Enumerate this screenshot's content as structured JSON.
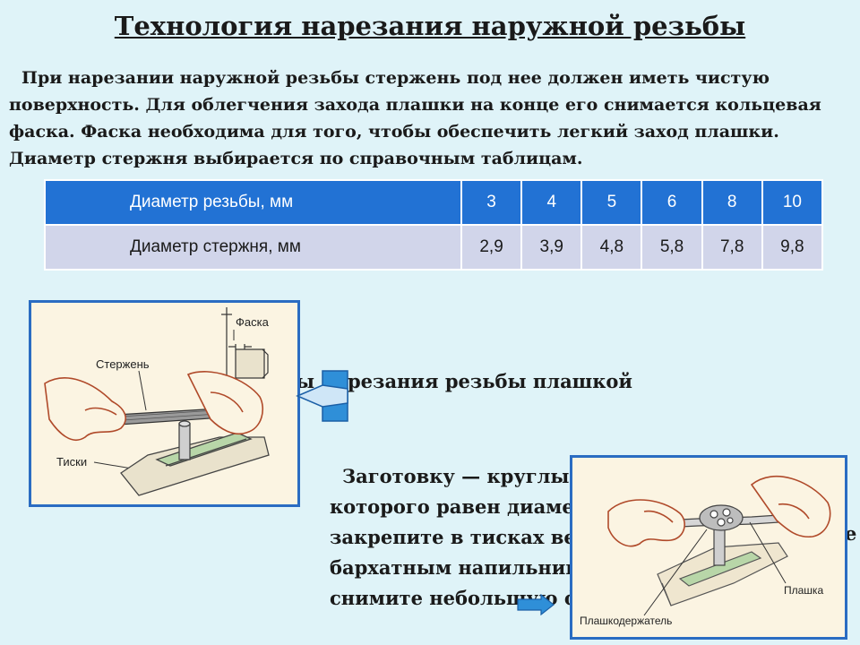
{
  "title": "Технология нарезания наружной резьбы",
  "intro": {
    "lines": [
      "При нарезании наружной резьбы стержень под нее должен иметь чистую",
      "поверхность. Для облегчения захода плашки на конце его снимается кольцевая",
      "фаска. Фаска необходима для того, чтобы обеспечить легкий заход плашки.",
      "Диаметр стержня выбирается по справочным таблицам."
    ]
  },
  "table": {
    "header_label": "Диаметр резьбы, мм",
    "row_label": "Диаметр стержня, мм",
    "thread_diameters": [
      "3",
      "4",
      "5",
      "6",
      "8",
      "10"
    ],
    "rod_diameters": [
      "2,9",
      "3,9",
      "4,8",
      "5,8",
      "7,8",
      "9,8"
    ]
  },
  "figure1": {
    "labels": {
      "chamfer": "Фаска",
      "rod": "Стержень",
      "vise": "Тиски"
    }
  },
  "subheading": {
    "left_fragment": "ы",
    "right_fragment": "резания резьбы плашкой"
  },
  "body": {
    "lines": [
      "Заготовку — круглы",
      "которого равен диамет",
      "закрепите  в тисках ве",
      "бархатным напильник",
      "снимите  небольшую ф"
    ],
    "edge_fragment": "е"
  },
  "figure2": {
    "labels": {
      "die": "Плашка",
      "die_holder": "Плашкодержатель"
    }
  },
  "colors": {
    "background": "#dff3f8",
    "table_header": "#2272d4",
    "table_body": "#d1d5ea",
    "frame_border": "#2a6cc2",
    "arrow": "#2f8fd8"
  }
}
